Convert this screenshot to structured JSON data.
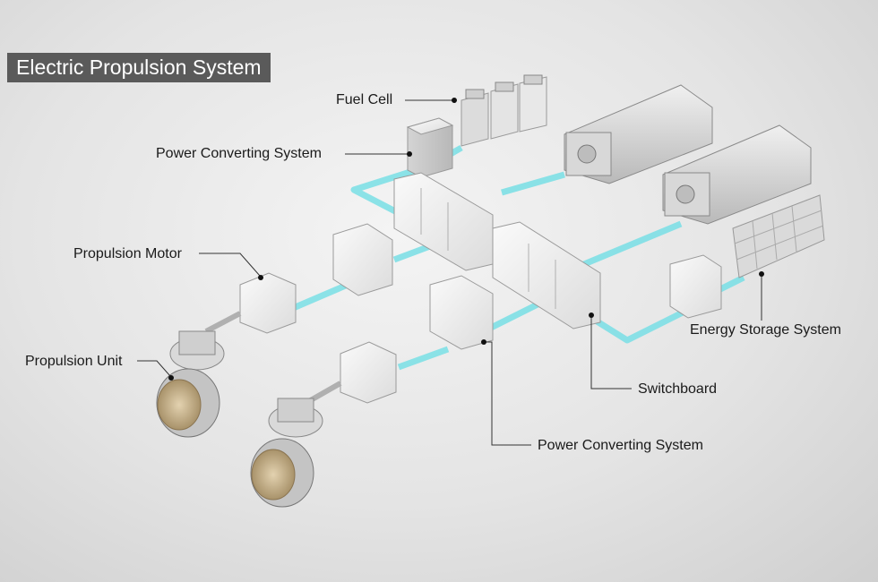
{
  "title": "Electric Propulsion System",
  "labels": {
    "fuel_cell": "Fuel Cell",
    "power_converting_top": "Power Converting System",
    "propulsion_motor": "Propulsion Motor",
    "propulsion_unit": "Propulsion Unit",
    "energy_storage": "Energy Storage System",
    "switchboard": "Switchboard",
    "power_converting_bottom": "Power Converting System"
  },
  "colors": {
    "cable": "#7fe0e6",
    "equipment": "#e9e9e9",
    "title_bg": "#5a5a5a",
    "propeller": "#c9b08a"
  }
}
